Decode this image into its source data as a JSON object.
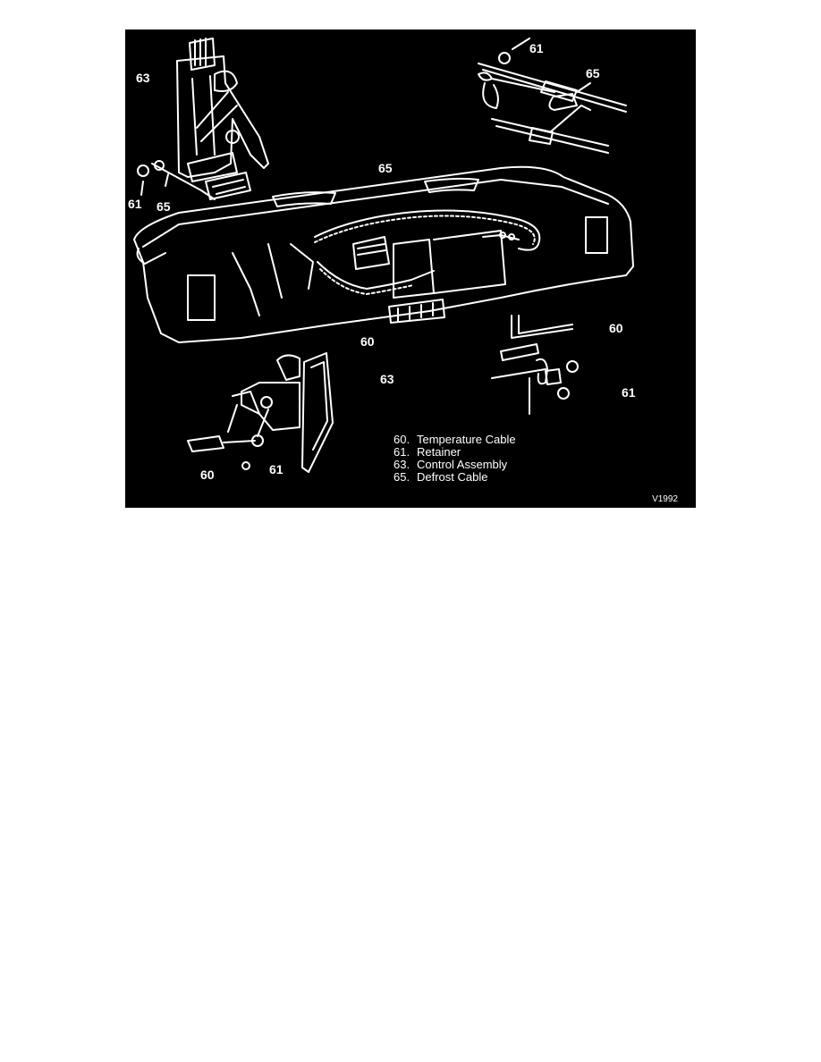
{
  "figure": {
    "background": "#000000",
    "line_color": "#ffffff",
    "id_code": "V1992",
    "callouts": [
      {
        "label": "63",
        "location": "upper-left control assembly"
      },
      {
        "label": "61",
        "location": "upper-left retainer"
      },
      {
        "label": "65",
        "location": "upper-left defrost cable"
      },
      {
        "label": "61",
        "location": "upper-right retainer"
      },
      {
        "label": "65",
        "location": "upper-right defrost cable"
      },
      {
        "label": "65",
        "location": "dash defrost cable"
      },
      {
        "label": "60",
        "location": "dash temperature cable"
      },
      {
        "label": "60",
        "location": "right temperature cable"
      },
      {
        "label": "61",
        "location": "right retainer"
      },
      {
        "label": "63",
        "location": "lower control assembly"
      },
      {
        "label": "60",
        "location": "lower temperature cable"
      },
      {
        "label": "61",
        "location": "lower retainer"
      }
    ],
    "legend": [
      {
        "num": "60.",
        "text": "Temperature Cable"
      },
      {
        "num": "61.",
        "text": "Retainer"
      },
      {
        "num": "63.",
        "text": "Control Assembly"
      },
      {
        "num": "65.",
        "text": "Defrost Cable"
      }
    ]
  }
}
